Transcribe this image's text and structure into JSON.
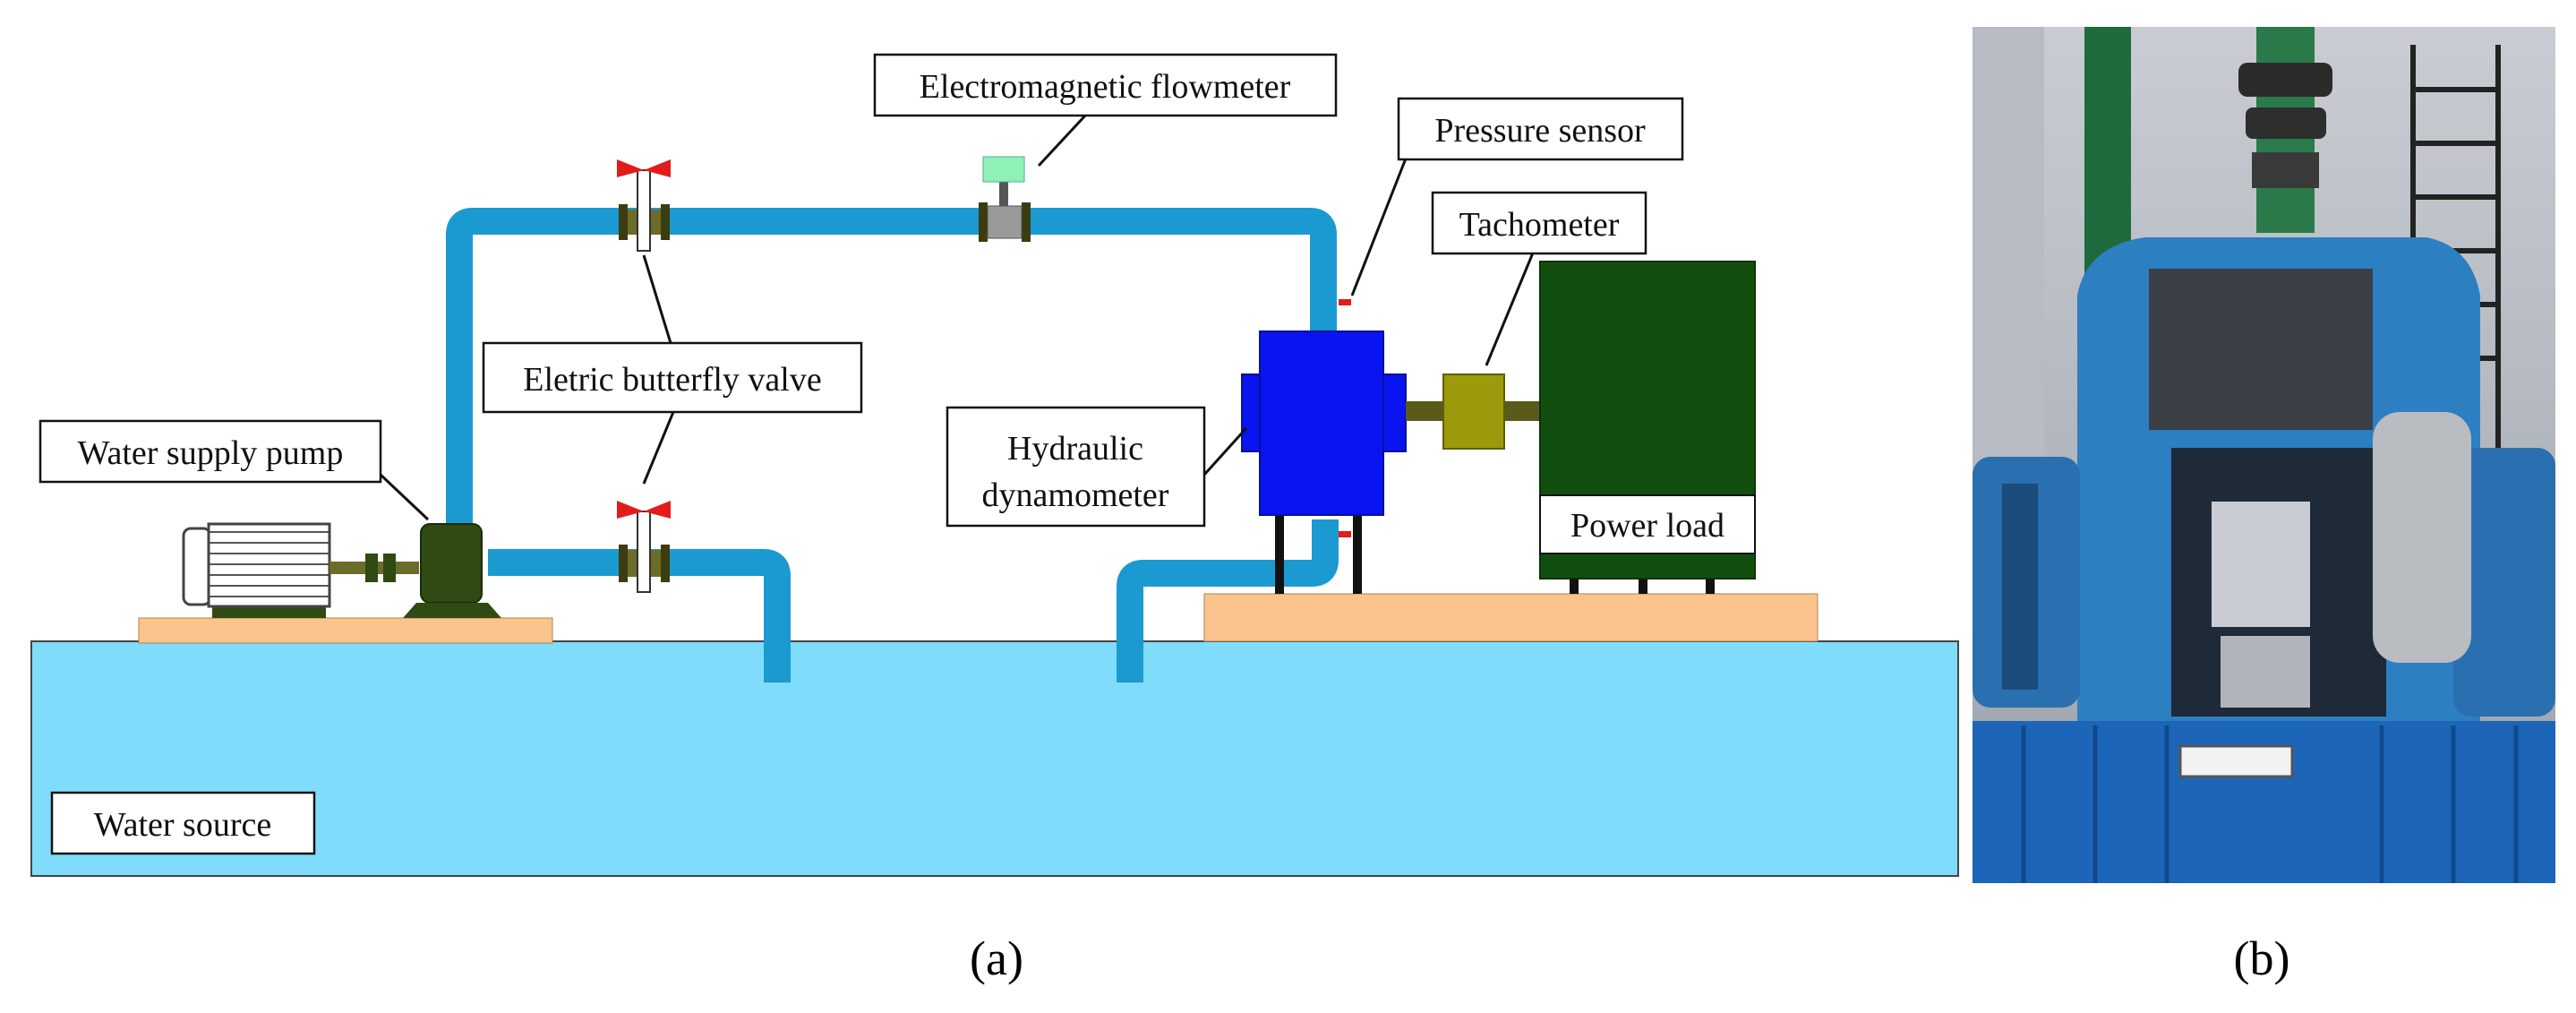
{
  "labels": {
    "water_supply_pump": "Water supply pump",
    "electric_butterfly_valve": "Eletric butterfly valve",
    "electromagnetic_flowmeter": "Electromagnetic flowmeter",
    "pressure_sensor": "Pressure sensor",
    "tachometer": "Tachometer",
    "hydraulic_dynamometer_line1": "Hydraulic",
    "hydraulic_dynamometer_line2": "dynamometer",
    "power_load": "Power load",
    "water_source": "Water source"
  },
  "captions": {
    "panel_a": "(a)",
    "panel_b": "(b)"
  },
  "colors": {
    "water": "#7FDDFB",
    "pipe": "#1A9AD0",
    "platform": "#FBC48C",
    "dynamometer": "#0A14F0",
    "tachometer": "#9A9A0A",
    "power_load": "#124F0E",
    "pump_dark": "#2F4A12",
    "valve_red": "#E31B1B",
    "flowmeter_head": "#8FF0B8"
  }
}
